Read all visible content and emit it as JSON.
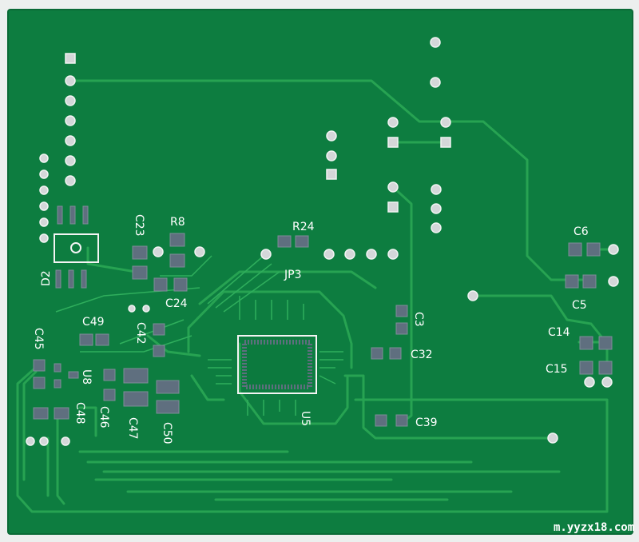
{
  "board": {
    "colors": {
      "soldermask": "#0d7d40",
      "trace": "#27a352",
      "pad": "#5f6f7f",
      "via": "#d4d7d9",
      "silkscreen": "#ffffff"
    },
    "labels": {
      "d2": "D2",
      "c23": "C23",
      "r8": "R8",
      "c24": "C24",
      "r24": "R24",
      "jp3": "JP3",
      "c49": "C49",
      "c42": "C42",
      "c45": "C45",
      "u8": "U8",
      "c48": "C48",
      "c46": "C46",
      "c47": "C47",
      "c50": "C50",
      "u5": "U5",
      "c3": "C3",
      "c32": "C32",
      "c39": "C39",
      "c6": "C6",
      "c5": "C5",
      "c14": "C14",
      "c15": "C15"
    }
  },
  "watermark": "m.yyzx18.com"
}
